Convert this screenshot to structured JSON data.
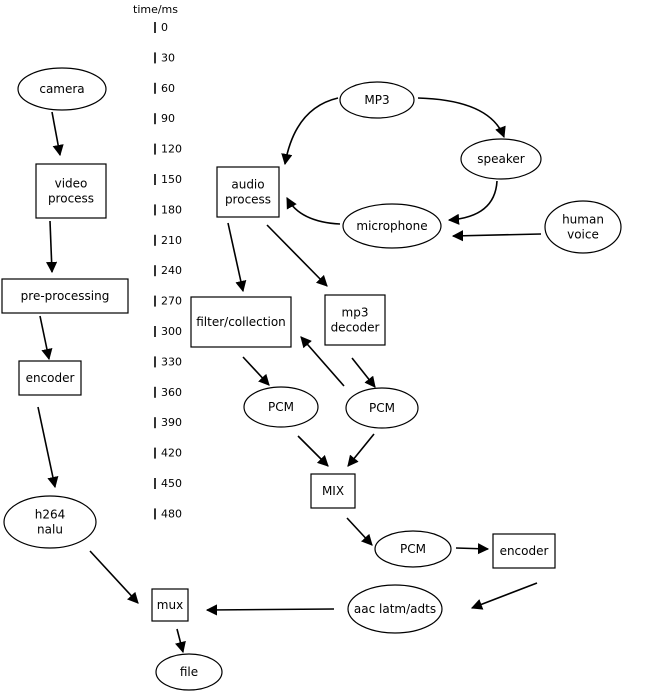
{
  "timeline": {
    "title": "time/ms",
    "ticks": [
      "0",
      "30",
      "60",
      "90",
      "120",
      "150",
      "180",
      "210",
      "240",
      "270",
      "300",
      "330",
      "360",
      "390",
      "420",
      "450",
      "480"
    ]
  },
  "nodes": {
    "camera": {
      "lines": [
        "camera"
      ],
      "shape": "ellipse"
    },
    "video_process": {
      "lines": [
        "video",
        "process"
      ],
      "shape": "rect"
    },
    "pre_processing": {
      "lines": [
        "pre-processing"
      ],
      "shape": "rect"
    },
    "video_encoder": {
      "lines": [
        "encoder"
      ],
      "shape": "rect"
    },
    "h264_nalu": {
      "lines": [
        "h264",
        "nalu"
      ],
      "shape": "ellipse"
    },
    "mux": {
      "lines": [
        "mux"
      ],
      "shape": "rect"
    },
    "file": {
      "lines": [
        "file"
      ],
      "shape": "ellipse"
    },
    "mp3": {
      "lines": [
        "MP3"
      ],
      "shape": "ellipse"
    },
    "speaker": {
      "lines": [
        "speaker"
      ],
      "shape": "ellipse"
    },
    "microphone": {
      "lines": [
        "microphone"
      ],
      "shape": "ellipse"
    },
    "human_voice": {
      "lines": [
        "human",
        "voice"
      ],
      "shape": "ellipse"
    },
    "audio_process": {
      "lines": [
        "audio",
        "process"
      ],
      "shape": "rect"
    },
    "filter_collection": {
      "lines": [
        "filter/collection"
      ],
      "shape": "rect"
    },
    "mp3_decoder": {
      "lines": [
        "mp3",
        "decoder"
      ],
      "shape": "rect"
    },
    "pcm_left": {
      "lines": [
        "PCM"
      ],
      "shape": "ellipse"
    },
    "pcm_right": {
      "lines": [
        "PCM"
      ],
      "shape": "ellipse"
    },
    "mix": {
      "lines": [
        "MIX"
      ],
      "shape": "rect"
    },
    "pcm_out": {
      "lines": [
        "PCM"
      ],
      "shape": "ellipse"
    },
    "audio_encoder": {
      "lines": [
        "encoder"
      ],
      "shape": "rect"
    },
    "aac": {
      "lines": [
        "aac latm/adts"
      ],
      "shape": "ellipse"
    }
  },
  "edges": [
    {
      "from": "camera",
      "to": "video_process"
    },
    {
      "from": "video_process",
      "to": "pre_processing"
    },
    {
      "from": "pre_processing",
      "to": "video_encoder"
    },
    {
      "from": "video_encoder",
      "to": "h264_nalu"
    },
    {
      "from": "h264_nalu",
      "to": "mux"
    },
    {
      "from": "mux",
      "to": "file"
    },
    {
      "from": "mp3",
      "to": "speaker"
    },
    {
      "from": "mp3",
      "to": "audio_process"
    },
    {
      "from": "speaker",
      "to": "microphone"
    },
    {
      "from": "microphone",
      "to": "audio_process"
    },
    {
      "from": "human_voice",
      "to": "microphone"
    },
    {
      "from": "audio_process",
      "to": "filter_collection"
    },
    {
      "from": "audio_process",
      "to": "mp3_decoder"
    },
    {
      "from": "filter_collection",
      "to": "pcm_left"
    },
    {
      "from": "mp3_decoder",
      "to": "pcm_right"
    },
    {
      "from": "pcm_right",
      "to": "filter_collection"
    },
    {
      "from": "pcm_left",
      "to": "mix"
    },
    {
      "from": "pcm_right",
      "to": "mix"
    },
    {
      "from": "mix",
      "to": "pcm_out"
    },
    {
      "from": "pcm_out",
      "to": "audio_encoder"
    },
    {
      "from": "audio_encoder",
      "to": "aac"
    },
    {
      "from": "aac",
      "to": "mux"
    }
  ]
}
